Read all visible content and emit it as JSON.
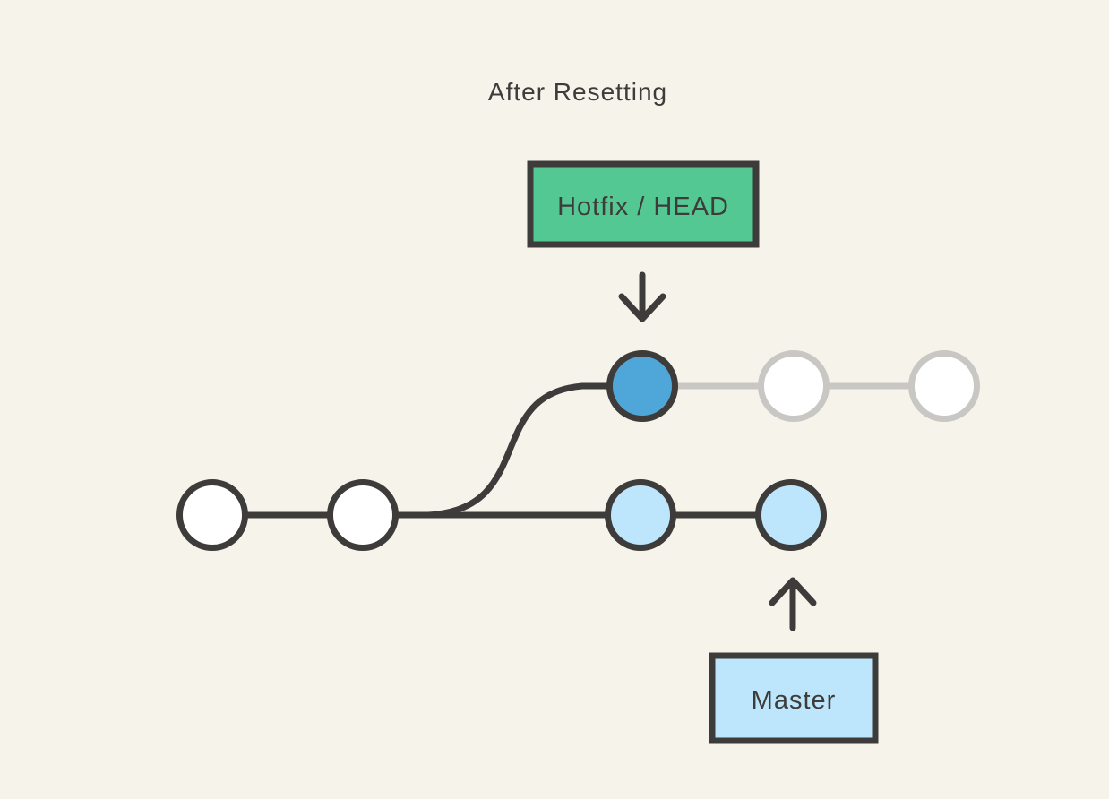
{
  "title": "After Resetting",
  "labels": {
    "hotfix_head": "Hotfix / HEAD",
    "master": "Master"
  },
  "colors": {
    "background": "#f6f3eb",
    "stroke_dark": "#3d3c3a",
    "text_dark": "#3d3c3a",
    "green": "#54c892",
    "blue_medium": "#4fa6d8",
    "blue_light": "#bde5fb",
    "gray_faded": "#c9c7c3",
    "node_white": "#ffffff"
  },
  "diagram": {
    "description": "Git commit graph illustrating branch state after a reset",
    "branches": [
      {
        "name": "hotfix",
        "tag_label": "Hotfix / HEAD",
        "tag_color_key": "green",
        "arrow_direction": "down"
      },
      {
        "name": "master",
        "tag_label": "Master",
        "tag_color_key": "blue_light",
        "arrow_direction": "up"
      }
    ],
    "nodes": [
      {
        "id": "commit-1",
        "row": "master",
        "style": "white-dark-ring"
      },
      {
        "id": "commit-2",
        "row": "master",
        "style": "white-dark-ring"
      },
      {
        "id": "commit-3",
        "row": "master",
        "style": "light-blue"
      },
      {
        "id": "commit-4",
        "row": "master",
        "style": "light-blue",
        "pointed_by": "Master"
      },
      {
        "id": "commit-5",
        "row": "hotfix",
        "style": "medium-blue",
        "pointed_by": "Hotfix / HEAD"
      },
      {
        "id": "commit-6",
        "row": "hotfix",
        "style": "faded"
      },
      {
        "id": "commit-7",
        "row": "hotfix",
        "style": "faded"
      }
    ],
    "edges": [
      {
        "from": "commit-1",
        "to": "commit-4",
        "style": "dark"
      },
      {
        "from": "commit-2",
        "to": "commit-5",
        "style": "dark-curve"
      },
      {
        "from": "commit-5",
        "to": "commit-7",
        "style": "faded"
      }
    ]
  }
}
